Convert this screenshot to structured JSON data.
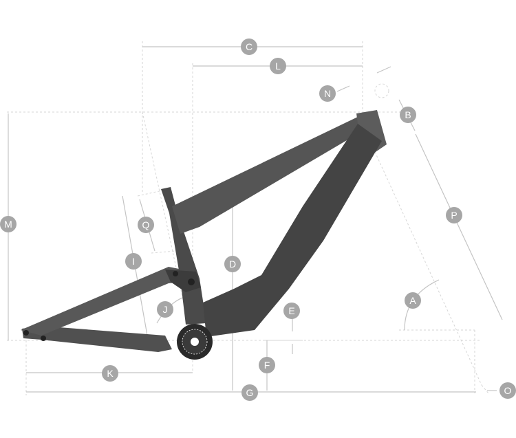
{
  "colors": {
    "label_circle": "#a6a6a6",
    "dimension_line": "#c4c4c4",
    "frame": "#4b4b4b"
  },
  "labels": {
    "A": "A",
    "B": "B",
    "C": "C",
    "D": "D",
    "E": "E",
    "F": "F",
    "G": "G",
    "I": "I",
    "J": "J",
    "K": "K",
    "L": "L",
    "M": "M",
    "N": "N",
    "O": "O",
    "P": "P",
    "Q": "Q"
  }
}
